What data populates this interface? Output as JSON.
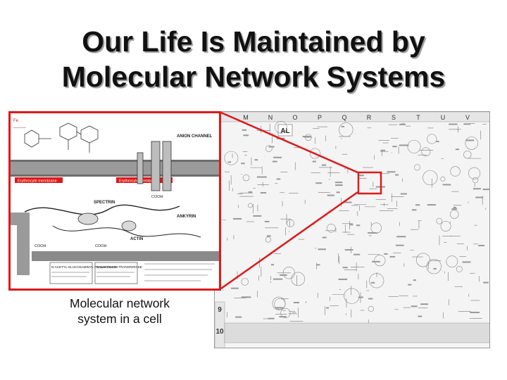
{
  "slide": {
    "title_line1": "Our Life Is Maintained by",
    "title_line2": "Molecular Network Systems",
    "caption_line1": "Molecular network",
    "caption_line2": "system in a cell"
  },
  "map": {
    "column_letters": [
      "M",
      "N",
      "O",
      "P",
      "Q",
      "R",
      "S",
      "T",
      "U",
      "V"
    ],
    "row_numbers": [
      "9",
      "10"
    ],
    "corner_label": "AL"
  },
  "zoom": {
    "labels": [
      "ANION CHANNEL",
      "Erythrocyte membrane",
      "Erythrocyte membrane",
      "SPECTRIN",
      "ACTIN",
      "ANKYRIN",
      "COOH",
      "COOH",
      "COOH",
      "N-ACETYL-GLUCOSAMINYL-TRANSFERASE",
      "GALACTOSYL-TRANSFERASE"
    ]
  },
  "colors": {
    "highlight": "#e01818",
    "membrane": "#8a8a8a",
    "map_line": "#6f6f6f"
  }
}
